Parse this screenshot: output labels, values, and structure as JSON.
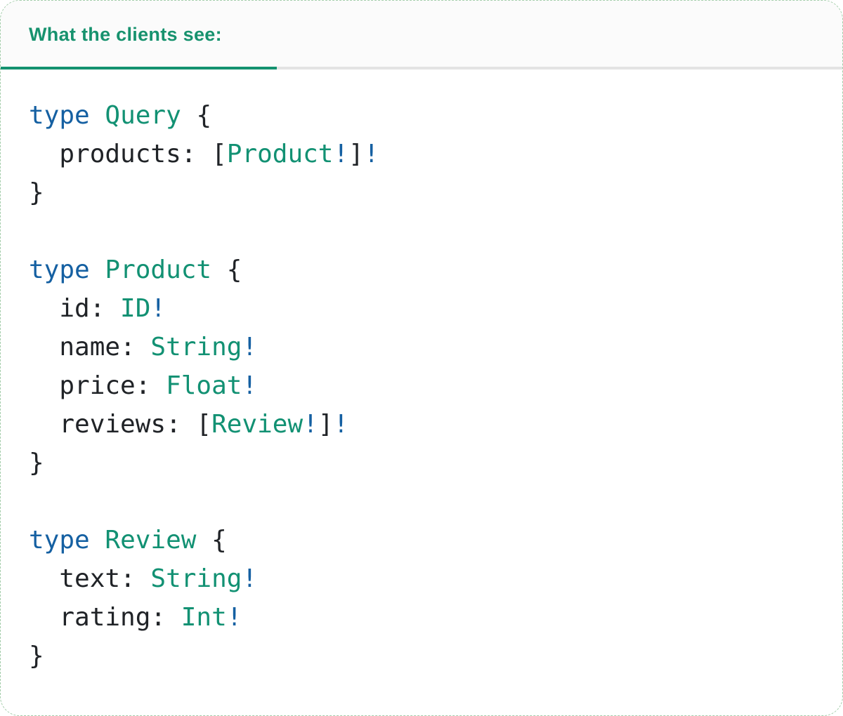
{
  "panel": {
    "border_color": "#a3cdaa",
    "background": "#ffffff",
    "header_background": "#fbfbfb"
  },
  "header": {
    "title": "What the clients see:",
    "title_color": "#17926e",
    "active_underline_color": "#14926f",
    "inactive_underline_color": "#e3e3e3"
  },
  "code": {
    "language": "graphql",
    "colors": {
      "keyword": "#1560a2",
      "type": "#129173",
      "plain": "#202327",
      "bang": "#1560a2"
    },
    "source_text": "type Query {\n  products: [Product!]!\n}\n\ntype Product {\n  id: ID!\n  name: String!\n  price: Float!\n  reviews: [Review!]!\n}\n\ntype Review {\n  text: String!\n  rating: Int!\n}",
    "lines": [
      [
        {
          "t": "type",
          "c": "keyword"
        },
        {
          "t": " ",
          "c": "plain"
        },
        {
          "t": "Query",
          "c": "type"
        },
        {
          "t": " {",
          "c": "plain"
        }
      ],
      [
        {
          "t": "  products: [",
          "c": "plain"
        },
        {
          "t": "Product",
          "c": "type"
        },
        {
          "t": "!",
          "c": "bang"
        },
        {
          "t": "]",
          "c": "plain"
        },
        {
          "t": "!",
          "c": "bang"
        }
      ],
      [
        {
          "t": "}",
          "c": "plain"
        }
      ],
      [],
      [
        {
          "t": "type",
          "c": "keyword"
        },
        {
          "t": " ",
          "c": "plain"
        },
        {
          "t": "Product",
          "c": "type"
        },
        {
          "t": " {",
          "c": "plain"
        }
      ],
      [
        {
          "t": "  id: ",
          "c": "plain"
        },
        {
          "t": "ID",
          "c": "type"
        },
        {
          "t": "!",
          "c": "bang"
        }
      ],
      [
        {
          "t": "  name: ",
          "c": "plain"
        },
        {
          "t": "String",
          "c": "type"
        },
        {
          "t": "!",
          "c": "bang"
        }
      ],
      [
        {
          "t": "  price: ",
          "c": "plain"
        },
        {
          "t": "Float",
          "c": "type"
        },
        {
          "t": "!",
          "c": "bang"
        }
      ],
      [
        {
          "t": "  reviews: [",
          "c": "plain"
        },
        {
          "t": "Review",
          "c": "type"
        },
        {
          "t": "!",
          "c": "bang"
        },
        {
          "t": "]",
          "c": "plain"
        },
        {
          "t": "!",
          "c": "bang"
        }
      ],
      [
        {
          "t": "}",
          "c": "plain"
        }
      ],
      [],
      [
        {
          "t": "type",
          "c": "keyword"
        },
        {
          "t": " ",
          "c": "plain"
        },
        {
          "t": "Review",
          "c": "type"
        },
        {
          "t": " {",
          "c": "plain"
        }
      ],
      [
        {
          "t": "  text: ",
          "c": "plain"
        },
        {
          "t": "String",
          "c": "type"
        },
        {
          "t": "!",
          "c": "bang"
        }
      ],
      [
        {
          "t": "  rating: ",
          "c": "plain"
        },
        {
          "t": "Int",
          "c": "type"
        },
        {
          "t": "!",
          "c": "bang"
        }
      ],
      [
        {
          "t": "}",
          "c": "plain"
        }
      ]
    ]
  }
}
